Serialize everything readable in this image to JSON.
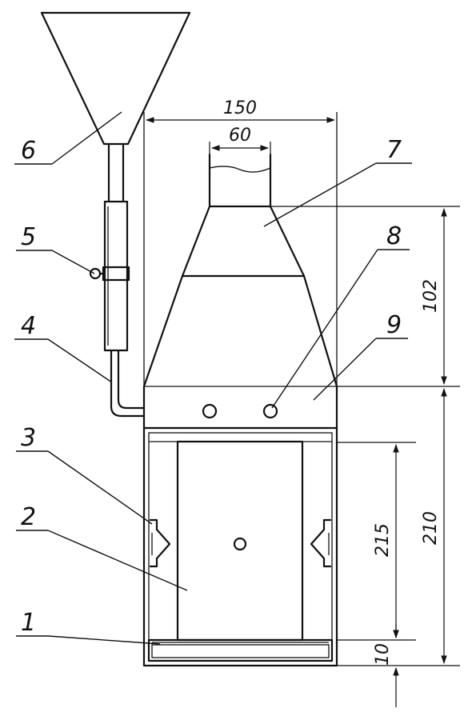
{
  "diagram": {
    "part_labels": {
      "p1": "1",
      "p2": "2",
      "p3": "3",
      "p4": "4",
      "p5": "5",
      "p6": "6",
      "p7": "7",
      "p8": "8",
      "p9": "9"
    },
    "dimensions": {
      "total_width": "150",
      "neck_width": "60",
      "hood_height": "102",
      "chamber_height": "210",
      "door_height": "215",
      "base_height": "10"
    }
  }
}
